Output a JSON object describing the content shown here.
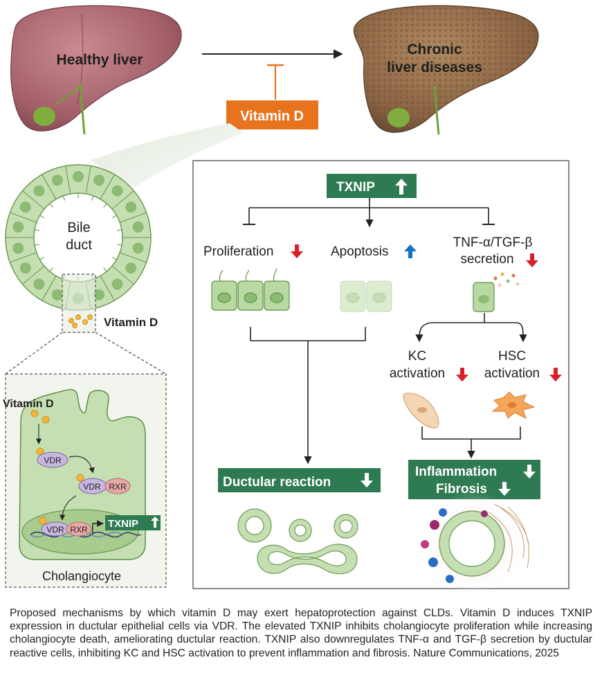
{
  "top": {
    "healthy_liver": "Healthy liver",
    "chronic_line1": "Chronic",
    "chronic_line2": "liver diseases",
    "vitamin_d_box": "Vitamin D"
  },
  "left": {
    "bile_line1": "Bile",
    "bile_line2": "duct",
    "vitamin_d_label": "Vitamin D",
    "inset_vitamin_d": "Vitamin D",
    "vdr": "VDR",
    "rxr": "RXR",
    "txnip_box": "TXNIP",
    "cholangiocyte": "Cholangiocyte"
  },
  "panel": {
    "txnip_box": "TXNIP",
    "proliferation": "Proliferation",
    "apoptosis": "Apoptosis",
    "tnf_line1": "TNF-α/TGF-β",
    "tnf_line2": "secretion",
    "kc_line1": "KC",
    "kc_line2": "activation",
    "hsc_line1": "HSC",
    "hsc_line2": "activation",
    "ductular_box": "Ductular reaction",
    "inflammation": "Inflammation",
    "fibrosis": "Fibrosis"
  },
  "colors": {
    "green_box": "#2e7a52",
    "orange_box": "#e8731e",
    "arrow_red": "#d8202a",
    "arrow_blue": "#1a6fc4",
    "cell_green": "#b9d9a3"
  },
  "caption": "Proposed mechanisms by which vitamin D may exert hepatoprotection against CLDs. Vitamin D induces TXNIP expression in ductular epithelial cells via VDR. The elevated TXNIP inhibits cholangiocyte proliferation while increasing cholangiocyte death, ameliorating ductular reaction. TXNIP also downregulates TNF-α and TGF-β secretion by ductular reactive cells, inhibiting KC and HSC activation to prevent inflammation and fibrosis. Nature Communications, 2025"
}
